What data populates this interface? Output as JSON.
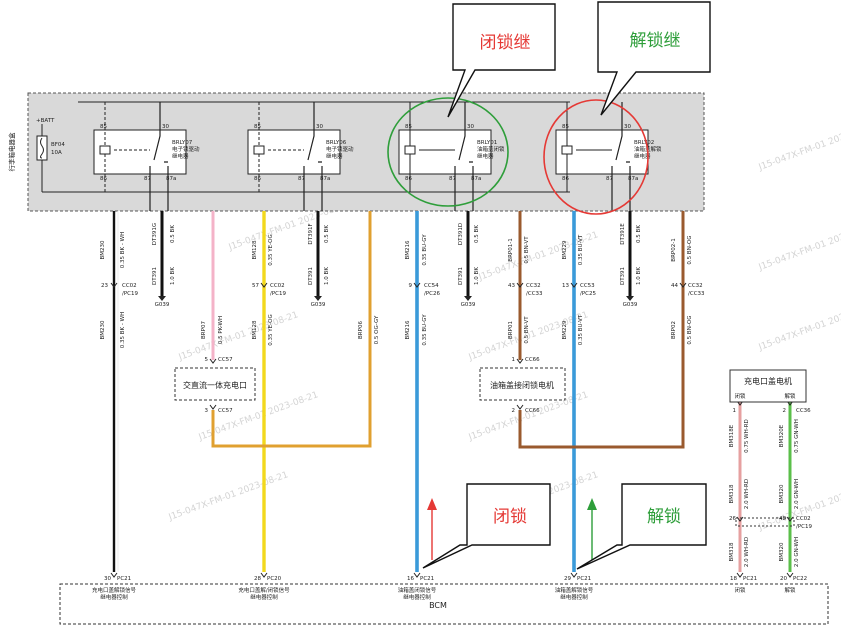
{
  "fusebox": {
    "title": "行李箱电器盒",
    "batt": "+BATT",
    "fuse_id": "BF04",
    "fuse_rating": "10A"
  },
  "relays": [
    {
      "id": "BRLY07",
      "name1": "电子锁驱动",
      "name2": "继电器",
      "p85": "85",
      "p86": "86",
      "p30": "30",
      "p87": "87",
      "p87a": "87a"
    },
    {
      "id": "BRLY06",
      "name1": "电子锁驱动",
      "name2": "继电器",
      "p85": "85",
      "p86": "86",
      "p30": "30",
      "p87": "87",
      "p87a": "87a"
    },
    {
      "id": "BRLY01",
      "name1": "油箱盖闭锁",
      "name2": "继电器",
      "p85": "85",
      "p86": "86",
      "p30": "30",
      "p87": "87",
      "p87a": "87a"
    },
    {
      "id": "BRLY02",
      "name1": "油箱盖解锁",
      "name2": "继电器",
      "p85": "85",
      "p86": "86",
      "p30": "30",
      "p87": "87",
      "p87a": "87a"
    }
  ],
  "wires": {
    "w1": {
      "code_top": "BM230",
      "spec_top": "0.35 BK - WH",
      "pin": "23",
      "conn1": "CC02",
      "conn2": "/PC19",
      "code_bot": "BM230",
      "spec_bot": "0.35 BK - WH"
    },
    "g1": {
      "code": "DT391G",
      "spec": "0.5 BK",
      "code2": "DT391",
      "spec2": "1.0 BK",
      "ground": "G039"
    },
    "w2": {
      "code": "BRP07",
      "spec": "0.5 PK-WH",
      "pin_top": "5",
      "conn_top": "CC57",
      "pin_bot": "3",
      "conn_bot": "CC57"
    },
    "w3": {
      "code_top": "BM128",
      "spec_top": "0.35 YE-OG",
      "pin": "57",
      "conn1": "CC02",
      "conn2": "/PC19",
      "code_bot": "BM128",
      "spec_bot": "0.35 YE-OG"
    },
    "g2": {
      "code": "DT391F",
      "spec": "0.5 BK",
      "code2": "DT391",
      "spec2": "1.0 BK",
      "ground": "G039"
    },
    "w4": {
      "code": "BRP06",
      "spec": "0.5 OG-GY"
    },
    "w5": {
      "code_top": "BM216",
      "spec_top": "0.35 BU-GY",
      "pin": "9",
      "conn1": "CC54",
      "conn2": "/PC26",
      "code_bot": "BM216",
      "spec_bot": "0.35 BU-GY"
    },
    "g3": {
      "code": "DT391D",
      "spec": "0.5 BK",
      "code2": "DT391",
      "spec2": "1.0 BK",
      "ground": "G039"
    },
    "w6": {
      "code_top": "BRP01-1",
      "spec_top": "0.5 BN-VT",
      "pin": "43",
      "conn1": "CC32",
      "conn2": "/CC33",
      "code_bot": "BRP01",
      "spec_bot": "0.5 BN-VT",
      "pin_cc66_top": "1",
      "cc66_top": "CC66",
      "pin_cc66_bot": "2",
      "cc66_bot": "CC66"
    },
    "w7": {
      "code_top": "BM229",
      "spec_top": "0.35 BU-VT",
      "pin": "13",
      "conn1": "CC53",
      "conn2": "/PC25",
      "code_bot": "BM229",
      "spec_bot": "0.35 BU-VT"
    },
    "g4": {
      "code": "DT391E",
      "spec": "0.5 BK",
      "code2": "DT391",
      "spec2": "1.0 BK",
      "ground": "G039"
    },
    "w8": {
      "code_top": "BRP02-1",
      "spec_top": "0.5 BN-OG",
      "pin": "44",
      "conn1": "CC32",
      "conn2": "/CC33",
      "code_bot": "BRP02",
      "spec_bot": "0.5 BN-OG"
    }
  },
  "components": {
    "charger": "交直流一体充电口",
    "fuel_motor": "油箱盖接闭锁电机",
    "port_motor": "充电口盖电机"
  },
  "right_circuit": {
    "label_lock": "闭锁",
    "label_unlock": "解锁",
    "pin1": "1",
    "pin2": "2",
    "conn_top": "CC36",
    "wl_top_code": "BM318E",
    "wl_top_spec": "0.75 WH-RD",
    "wr_top_code": "BM320E",
    "wr_top_spec": "0.75 GN-WH",
    "wl_mid_code": "BM318",
    "wl_mid_spec": "2.0 WH-RD",
    "wr_mid_code": "BM320",
    "wr_mid_spec": "2.0 GN-WH",
    "pin26": "26",
    "pin48": "48",
    "conn_mid1": "CC02",
    "conn_mid2": "/PC19",
    "wl_bot_code": "BM318",
    "wl_bot_spec": "2.0 WH-RD",
    "wr_bot_code": "BM320",
    "wr_bot_spec": "2.0 GN-WH"
  },
  "bcm": {
    "label": "BCM",
    "pins": [
      {
        "pin": "30",
        "conn": "PC21",
        "text1": "充电口盖解锁信号",
        "text2": "继电器控制"
      },
      {
        "pin": "28",
        "conn": "PC20",
        "text1": "充电口盖解/闭锁信号",
        "text2": "继电器控制"
      },
      {
        "pin": "16",
        "conn": "PC21",
        "text1": "油箱盖闭锁信号",
        "text2": "继电器控制"
      },
      {
        "pin": "29",
        "conn": "PC21",
        "text1": "油箱盖解锁信号",
        "text2": "继电器控制"
      },
      {
        "pin": "18",
        "conn": "PC21",
        "text1": "闭锁",
        "text2": ""
      },
      {
        "pin": "20",
        "conn": "PC22",
        "text1": "解锁",
        "text2": ""
      }
    ]
  },
  "callouts": {
    "lock_relay": "闭锁继",
    "unlock_relay": "解锁继",
    "lock": "闭锁",
    "unlock": "解锁"
  },
  "watermark": "J15-047X-FM-01 2023-08-21",
  "colors": {
    "lock_red": "#e53935",
    "unlock_green": "#2e9e3a",
    "wire_blue": "#3a9ad9",
    "wire_yellow": "#f2d81d",
    "wire_orange": "#e0a030",
    "wire_brown": "#9a5a2e",
    "wire_pink": "#f4b3c8",
    "fusebox_fill": "#d9d9d9"
  }
}
